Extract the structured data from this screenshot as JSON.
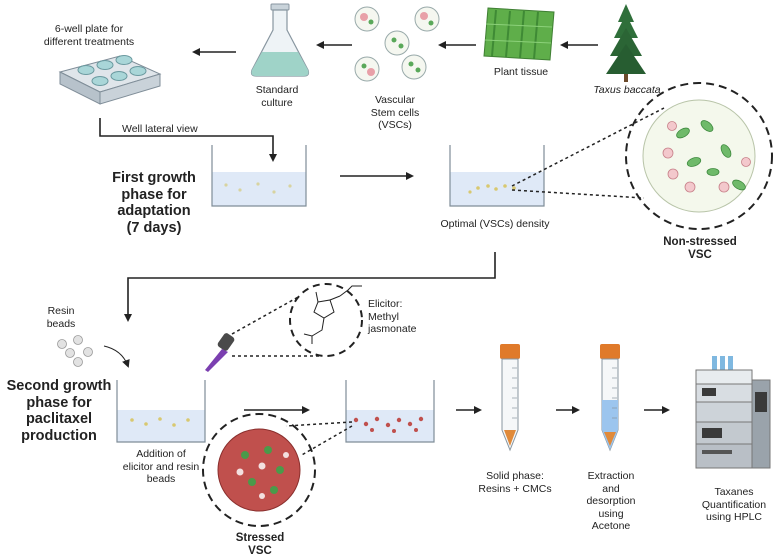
{
  "source": {
    "species": "Taxus baccata",
    "tissue": "Plant tissue",
    "stem_cells": [
      "Vascular",
      "Stem cells",
      "(VSCs)"
    ],
    "culture": [
      "Standard",
      "culture"
    ],
    "plate": [
      "6-well plate for",
      "different treatments"
    ],
    "well_view": "Well lateral view"
  },
  "first_phase": {
    "title": [
      "First  growth",
      "phase for",
      "adaptation",
      "(7 days)"
    ],
    "density": "Optimal (VSCs) density",
    "cell_state": [
      "Non-stressed",
      "VSC"
    ]
  },
  "second_phase": {
    "title": [
      "Second  growth",
      "phase for",
      "paclitaxel",
      "production"
    ],
    "resin": [
      "Resin",
      "beads"
    ],
    "elicitor": [
      "Elicitor:",
      "Methyl",
      "jasmonate"
    ],
    "addition": [
      "Addition of",
      "elicitor and resin",
      "beads"
    ],
    "cell_state": [
      "Stressed",
      "VSC"
    ]
  },
  "downstream": {
    "solid_phase": [
      "Solid phase:",
      "Resins + CMCs"
    ],
    "extraction": [
      "Extraction",
      "and",
      "desorption",
      "using",
      "Acetone"
    ],
    "quantification": [
      "Taxanes",
      "Quantification",
      "using HPLC"
    ]
  },
  "colors": {
    "plant_green": "#3a8a3a",
    "tube_cap": "#e07a2a",
    "stressed_bg": "#c0504d",
    "cell_pink": "#e8a0a8",
    "cell_green": "#5aa85a",
    "medium_blue": "#dfe9f7",
    "acetone_blue": "#9cc5ee",
    "dropper_purple": "#7b3fb0"
  }
}
